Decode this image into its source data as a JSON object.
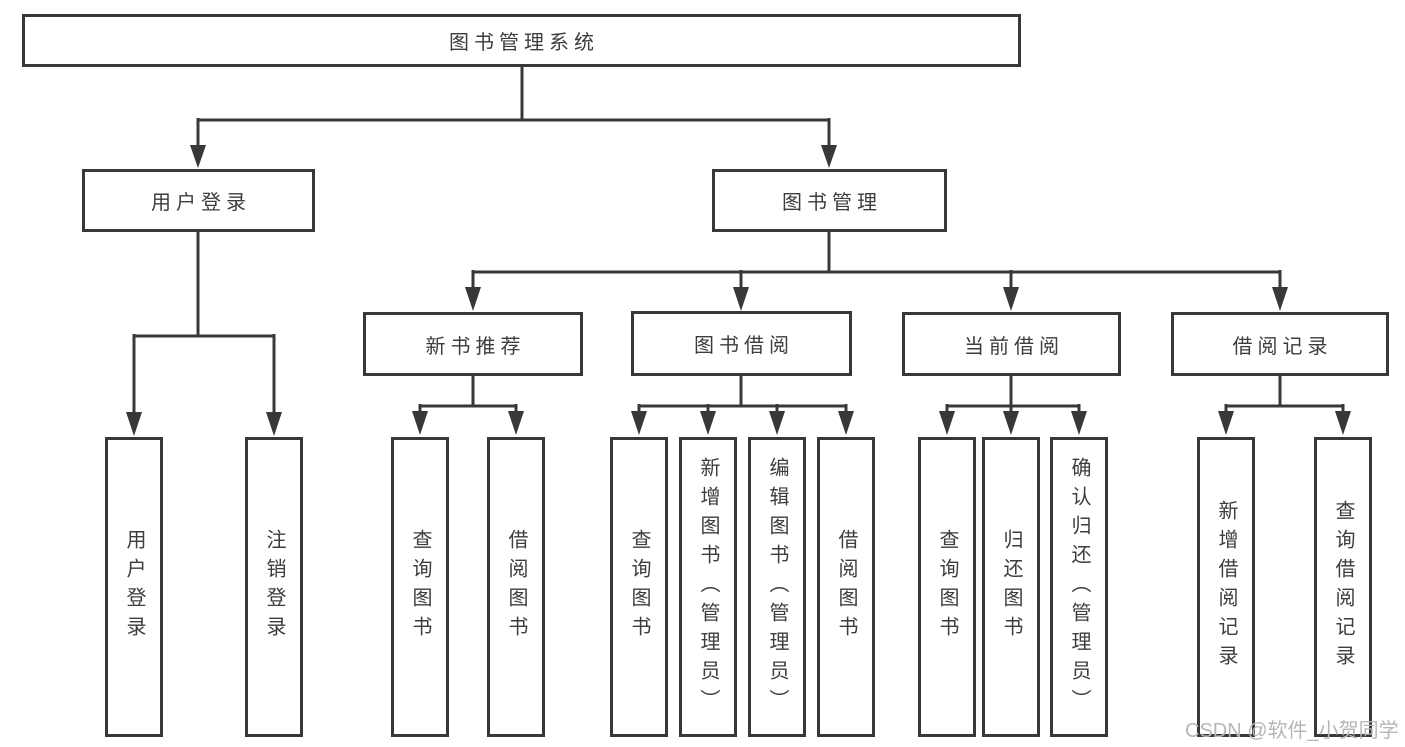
{
  "diagram": {
    "title": "图书管理系统",
    "nodes": {
      "root": {
        "label": "图书管理系统"
      },
      "level1": [
        {
          "label": "用户登录"
        },
        {
          "label": "图书管理"
        }
      ],
      "level2": [
        {
          "label": "新书推荐"
        },
        {
          "label": "图书借阅"
        },
        {
          "label": "当前借阅"
        },
        {
          "label": "借阅记录"
        }
      ],
      "leaves": {
        "userLogin": [
          {
            "label": "用户登录"
          },
          {
            "label": "注销登录"
          }
        ],
        "newBook": [
          {
            "label": "查询图书"
          },
          {
            "label": "借阅图书"
          }
        ],
        "bookBorrow": [
          {
            "label": "查询图书"
          },
          {
            "label": "新增图书（管理员）"
          },
          {
            "label": "编辑图书（管理员）"
          },
          {
            "label": "借阅图书"
          }
        ],
        "currentBorrow": [
          {
            "label": "查询图书"
          },
          {
            "label": "归还图书"
          },
          {
            "label": "确认归还（管理员）"
          }
        ],
        "borrowRecord": [
          {
            "label": "新增借阅记录"
          },
          {
            "label": "查询借阅记录"
          }
        ]
      }
    },
    "colors": {
      "line": "#383838",
      "text": "#3d3d3d",
      "watermark": "#b6b6b6",
      "background": "#ffffff"
    }
  },
  "watermark": {
    "text": "CSDN @软件_小贺同学"
  }
}
